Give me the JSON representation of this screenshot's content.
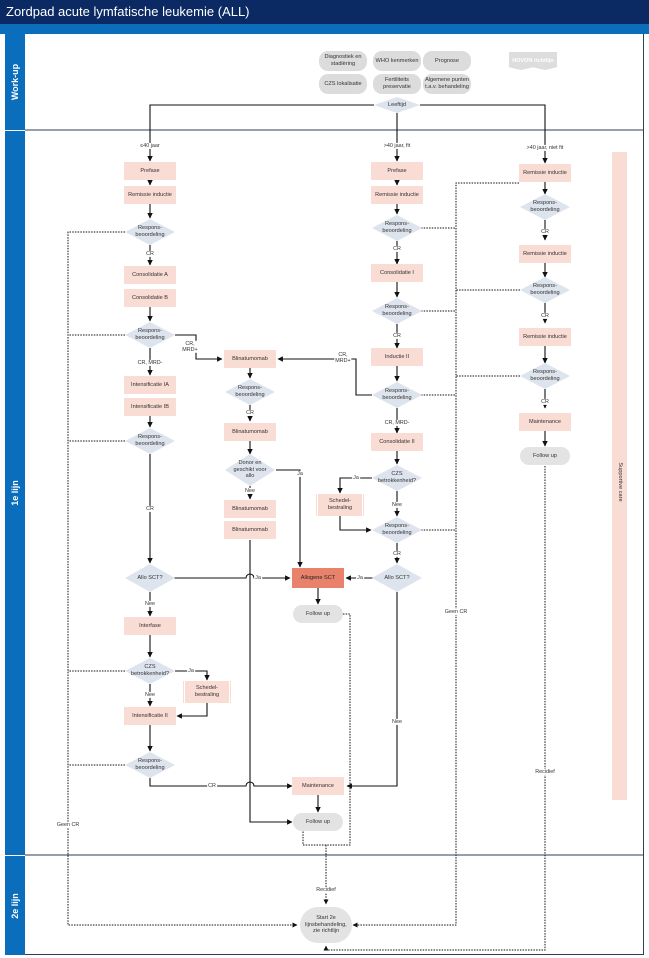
{
  "title": "Zordpad acute lymfatische leukemie (ALL)",
  "lanes": {
    "workup": "Work-up",
    "first": "1e lijn",
    "second": "2e lijn"
  },
  "workup": {
    "diagnostiek": "Diagnostiek en\nstadiëring",
    "who": "WHO kenmerken",
    "prognose": "Prognose",
    "czs_lok": "CZS lokalisatie",
    "fertiliteit": "Fertiliteits\npreservatie",
    "algemeen": "Algemene punten\nt.a.v. behandeling",
    "hovon": "HOVON richtlijn",
    "leeftijd": "Leeftijd"
  },
  "branches": {
    "young": "≤40 jaar",
    "fit": ">40 jaar, fit",
    "unfit": ">40 jaar, niet fit"
  },
  "common": {
    "respons": "Respons-\nbeoordeling",
    "cr": "CR",
    "ja": "Ja",
    "nee": "Nee",
    "cr_mrd_neg": "CR, MRD-",
    "cr_mrd_pos": "CR,\nMRD+",
    "prefase": "Prefase",
    "remissie": "Remissie inductie",
    "allo_q": "Allo SCT?",
    "czs_q": "CZS\nbetrokkenheid?",
    "schedel": "Schedel-\nbestraling",
    "maintenance": "Maintenance",
    "follow_up": "Follow up",
    "blina": "Blinatumomab",
    "geen_cr": "Geen CR",
    "recidief": "Recidief"
  },
  "col_a": {
    "cons_a": "Consolidatie A",
    "cons_b": "Consolidatie B",
    "int_ia": "Intensificatie IA",
    "int_ib": "Intensificatie IB",
    "interfase": "Interfase",
    "int_ii": "Intensificatie II"
  },
  "col_b": {
    "donor": "Donor en\ngeschikt voor\nallo",
    "allogene": "Allogene SCT"
  },
  "col_c": {
    "cons_i": "Consolidatie I",
    "ind_ii": "Inductie II",
    "cons_ii": "Consolidatie II"
  },
  "supportive": "Supportive care",
  "start2": "Start 2e\nlijnsbehandeling,\nzie richtlijn",
  "colors": {
    "title": "#0b2a64",
    "lane": "#0a6ebd",
    "box": "#f9dcd3",
    "allo": "#e8826b",
    "diamond": "#dde4ed",
    "pill": "#e3e3e3"
  }
}
